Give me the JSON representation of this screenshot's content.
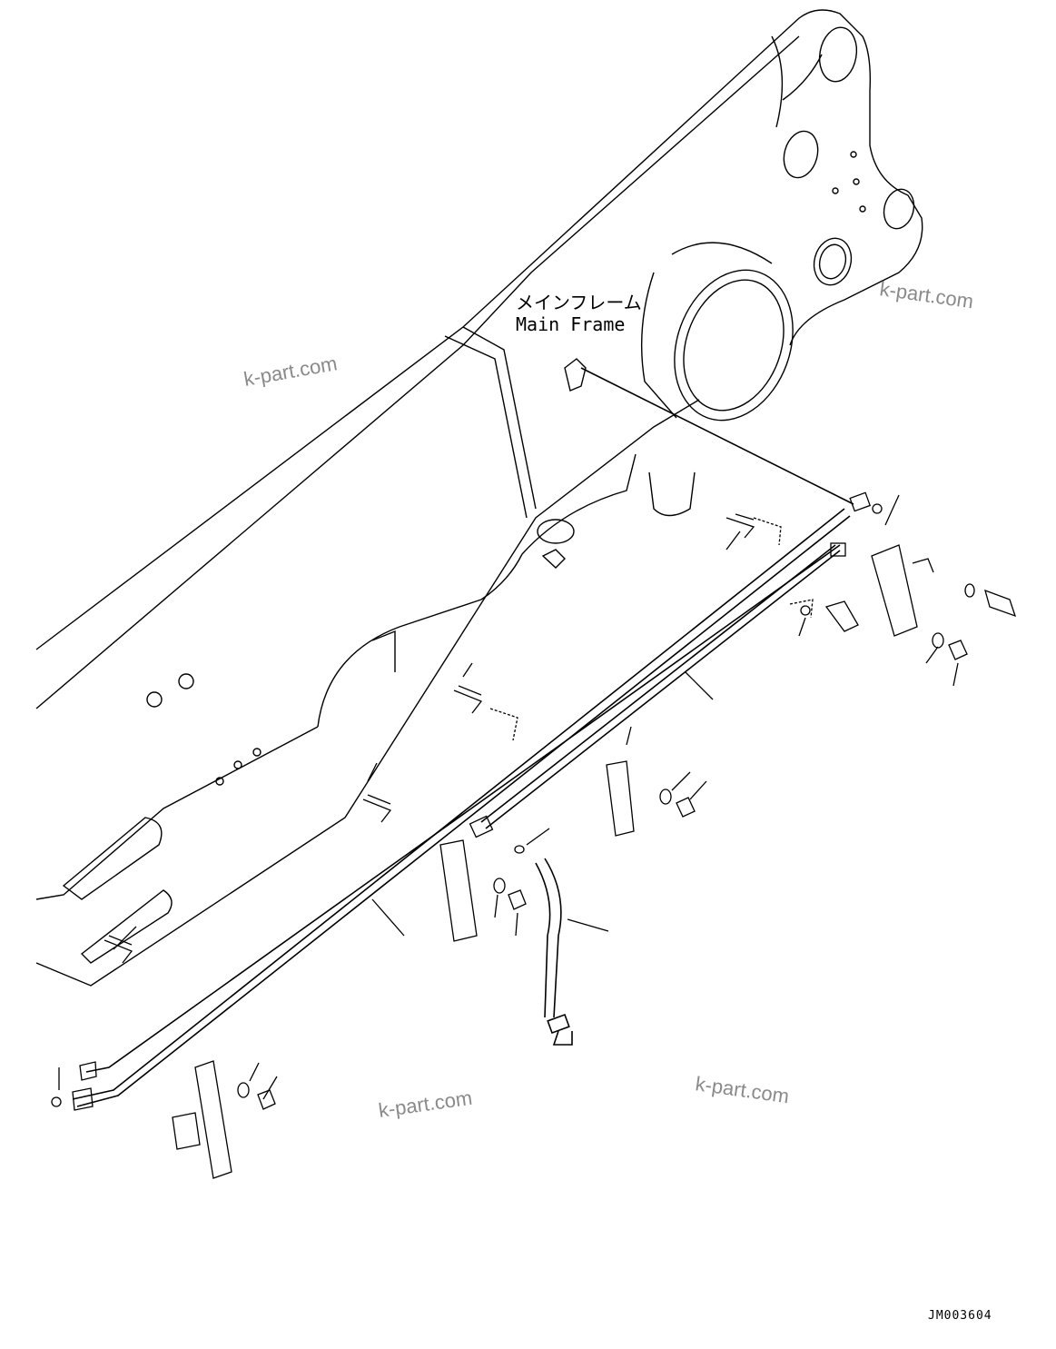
{
  "labels": {
    "main_frame_jp": "メインフレーム",
    "main_frame_en": "Main Frame"
  },
  "watermarks": [
    "k-part.com",
    "k-part.com",
    "k-part.com",
    "k-part.com"
  ],
  "drawing_code": "JM003604",
  "colors": {
    "line": "#000000",
    "watermark": "#8a8a8a",
    "background": "#ffffff"
  }
}
